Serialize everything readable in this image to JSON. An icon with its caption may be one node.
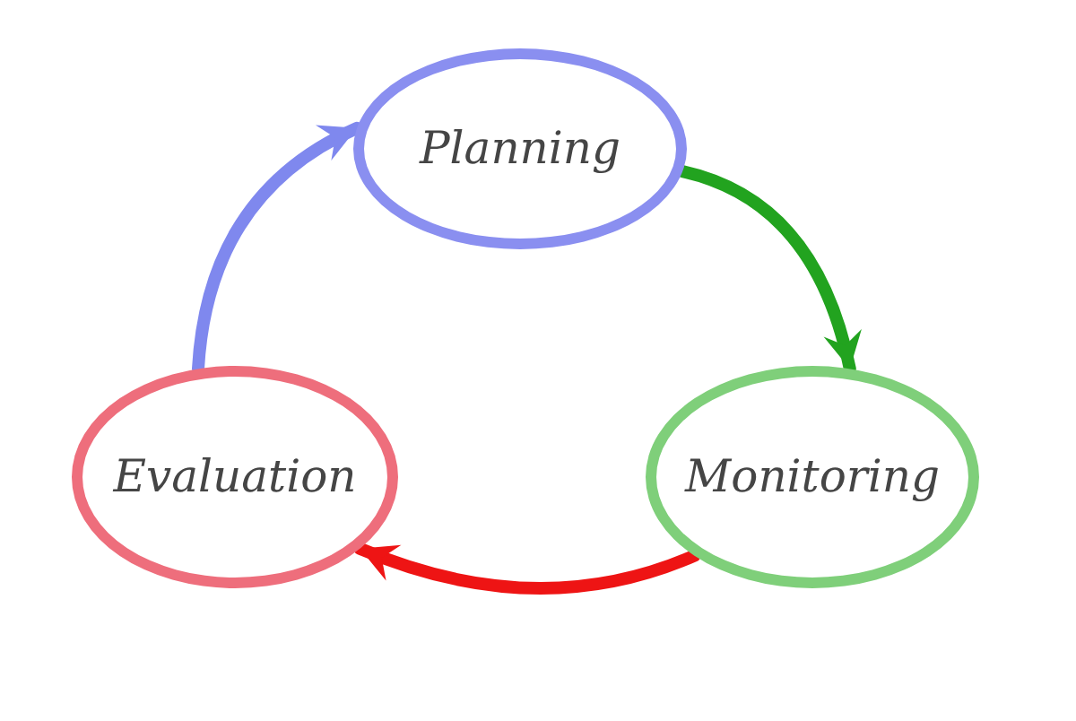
{
  "diagram": {
    "nodes": [
      {
        "text": [
          "Planning"
        ]
      },
      {
        "text": [
          "Evaluation"
        ]
      },
      {
        "text": [
          "Monitoring"
        ]
      }
    ],
    "edges": [
      {
        "from": 0,
        "to": 2,
        "arrow": "to",
        "color": "#22a31f"
      },
      {
        "from": 2,
        "to": 1,
        "arrow": "to",
        "color": "#ee1414"
      },
      {
        "from": 1,
        "to": 0,
        "arrow": "to",
        "color": "#7f88ee"
      }
    ]
  }
}
